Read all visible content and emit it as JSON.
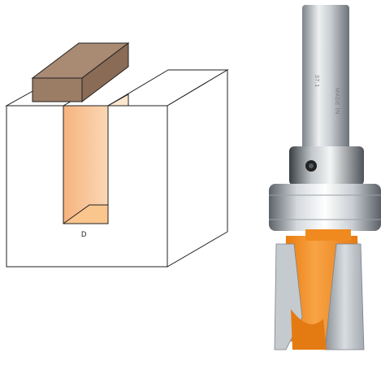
{
  "diagram": {
    "dimension_label": "D"
  },
  "photo": {
    "shank_marking": "MADE IN",
    "shank_code": "37.1",
    "colors": {
      "cutter_orange": "#f7941e",
      "steel_light": "#d9dde1",
      "steel_dark": "#6d747b",
      "wood_top": "#a98a72",
      "wood_side": "#8a6b55",
      "groove_light": "#fde4c6",
      "groove_dark": "#f6b37d"
    }
  }
}
